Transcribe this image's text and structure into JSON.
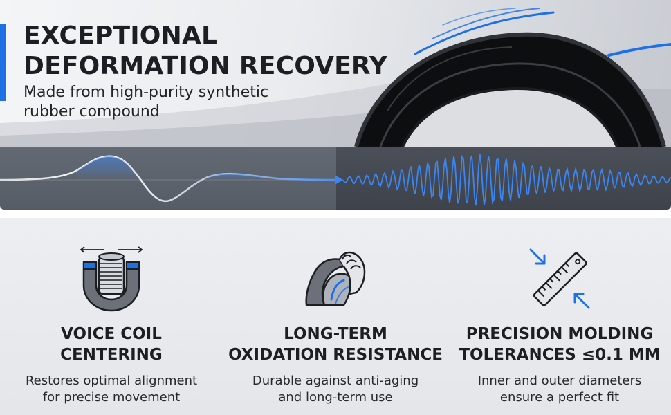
{
  "hero": {
    "title_lines": [
      "EXCEPTIONAL",
      "DEFORMATION RECOVERY"
    ],
    "subtitle_lines": [
      "Made from high-purity synthetic",
      "rubber compound"
    ]
  },
  "colors": {
    "accent": "#1f6fe5",
    "text_dark": "#1b1e23",
    "band_left": "#5e646e",
    "band_right": "#434851",
    "icon_gray": "#6b7079"
  },
  "features": [
    {
      "icon": "magnet-voice-coil-icon",
      "title_lines": [
        "VOICE COIL",
        "CENTERING"
      ],
      "desc_lines": [
        "Restores optimal alignment",
        "for precise movement"
      ]
    },
    {
      "icon": "hand-pressing-pad-icon",
      "title_lines": [
        "LONG-TERM",
        "OXIDATION RESISTANCE"
      ],
      "desc_lines": [
        "Durable against anti-aging",
        "and long-term use"
      ]
    },
    {
      "icon": "ruler-tolerance-icon",
      "title_lines": [
        "PRECISION MOLDING",
        "TOLERANCES ≤0.1 MM"
      ],
      "desc_lines": [
        "Inner and outer diameters",
        "ensure a perfect fit"
      ]
    }
  ]
}
